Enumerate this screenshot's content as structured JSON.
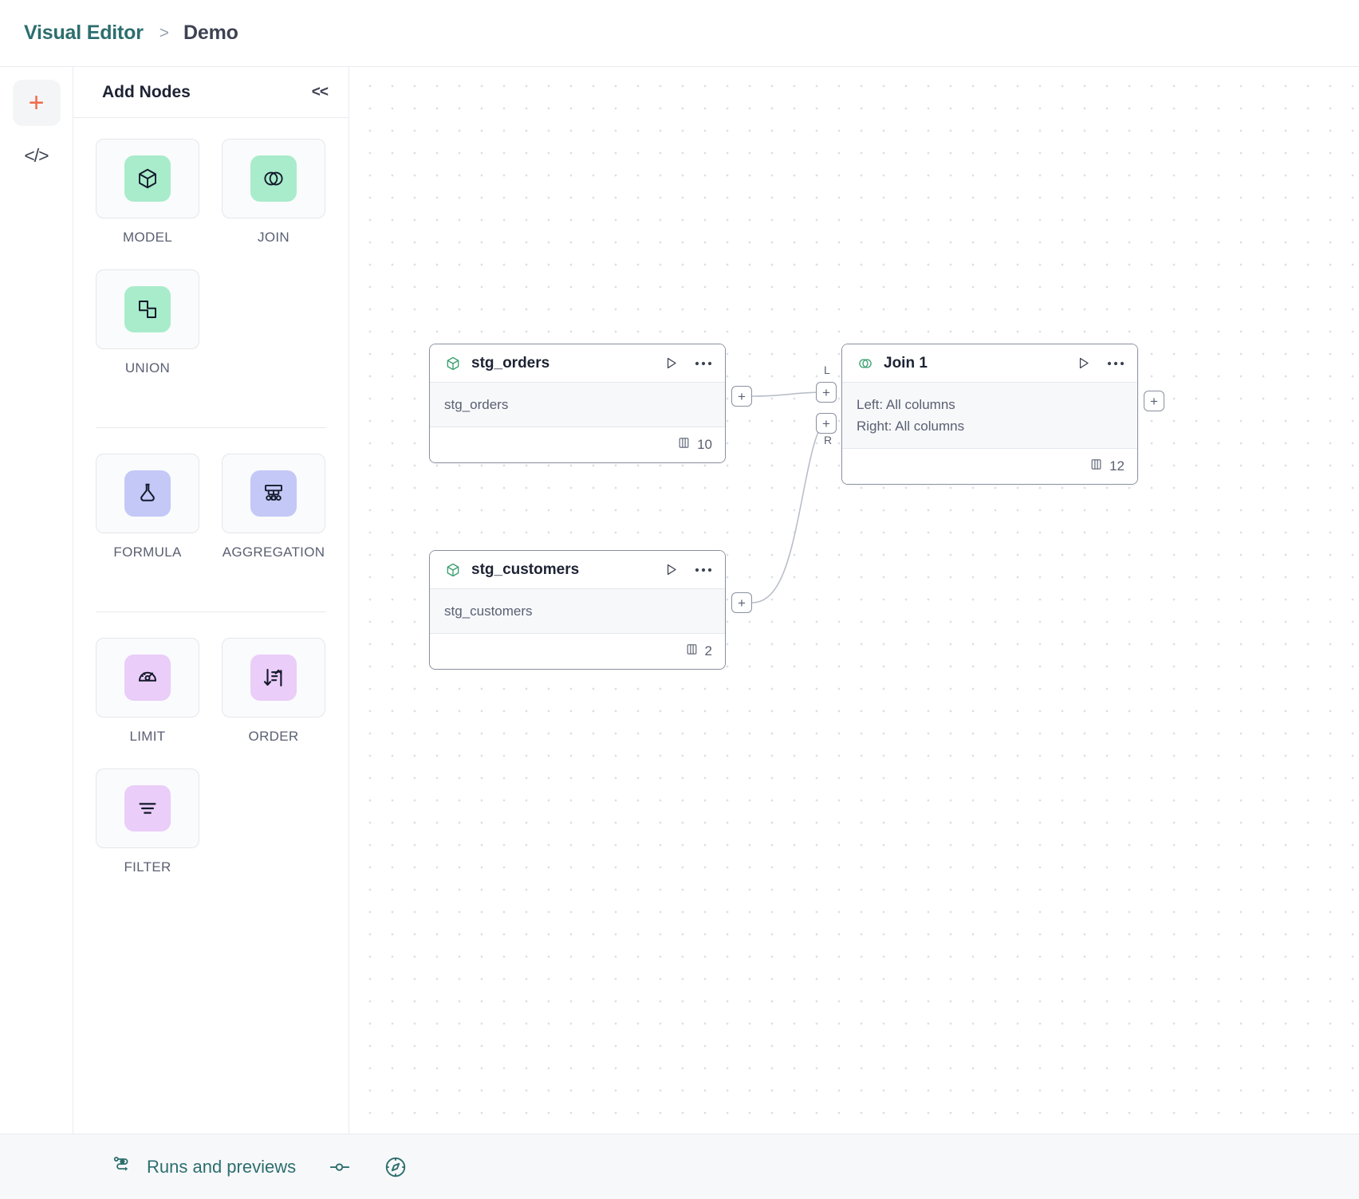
{
  "header": {
    "brand": "Visual Editor",
    "separator": ">",
    "current": "Demo"
  },
  "rail": {
    "add_icon": "plus-icon",
    "code_icon": "code-icon",
    "code_label": "</>",
    "plus_label": "+"
  },
  "panel": {
    "title": "Add Nodes",
    "collapse_label": "<<",
    "groups": [
      {
        "items": [
          {
            "label": "MODEL",
            "icon": "cube-icon",
            "color": "#a8eccb"
          },
          {
            "label": "JOIN",
            "icon": "venn-circles-icon",
            "color": "#a8eccb"
          },
          {
            "label": "UNION",
            "icon": "union-shapes-icon",
            "color": "#a8eccb"
          }
        ]
      },
      {
        "items": [
          {
            "label": "FORMULA",
            "icon": "flask-icon",
            "color": "#c3c8f7"
          },
          {
            "label": "AGGREGATION",
            "icon": "hierarchy-icon",
            "color": "#c3c8f7"
          }
        ]
      },
      {
        "items": [
          {
            "label": "LIMIT",
            "icon": "gauge-icon",
            "color": "#eacdf8"
          },
          {
            "label": "ORDER",
            "icon": "sort-icon",
            "color": "#eacdf8"
          },
          {
            "label": "FILTER",
            "icon": "filter-icon",
            "color": "#eacdf8"
          }
        ]
      }
    ]
  },
  "canvas": {
    "nodes": [
      {
        "id": "stg_orders",
        "title": "stg_orders",
        "icon": "cube-icon",
        "body": [
          "stg_orders"
        ],
        "column_count": "10",
        "columns_icon": "columns-icon",
        "play_icon": "play-icon",
        "more_icon": "more-horizontal-icon"
      },
      {
        "id": "join_1",
        "title": "Join 1",
        "icon": "venn-circles-icon",
        "body": [
          "Left: All columns",
          "Right: All columns"
        ],
        "column_count": "12",
        "columns_icon": "columns-icon",
        "play_icon": "play-icon",
        "more_icon": "more-horizontal-icon"
      },
      {
        "id": "stg_customers",
        "title": "stg_customers",
        "icon": "cube-icon",
        "body": [
          "stg_customers"
        ],
        "column_count": "2",
        "columns_icon": "columns-icon",
        "play_icon": "play-icon",
        "more_icon": "more-horizontal-icon"
      }
    ],
    "handles": {
      "plus": "+",
      "left_tag": "L",
      "right_tag": "R"
    }
  },
  "footer": {
    "runs_label": "Runs and previews",
    "runs_icon": "flow-run-icon",
    "slider_icon": "slider-icon",
    "compass_icon": "compass-icon"
  },
  "colors": {
    "brand_teal": "#2d6e6e",
    "accent_orange": "#f0694a",
    "node_green": "#a8eccb",
    "node_blue": "#c3c8f7",
    "node_lilac": "#eacdf8"
  }
}
